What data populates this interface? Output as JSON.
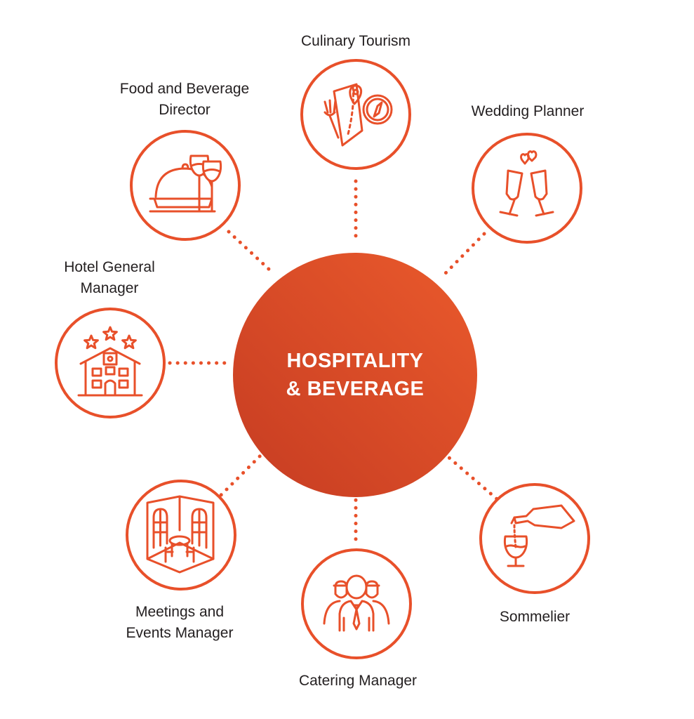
{
  "colors": {
    "accent": "#e8502a",
    "center_light": "#ea5a2c",
    "center_dark": "#c63c22",
    "text": "#231f20",
    "background": "#ffffff"
  },
  "center": {
    "line1": "HOSPITALITY",
    "line2": "& BEVERAGE"
  },
  "careers": [
    {
      "id": "culinary-tourism",
      "icon": "map-fork-compass-icon",
      "label_lines": [
        "Culinary Tourism"
      ]
    },
    {
      "id": "wedding-planner",
      "icon": "champagne-toast-icon",
      "label_lines": [
        "Wedding Planner"
      ]
    },
    {
      "id": "sommelier",
      "icon": "wine-pour-icon",
      "label_lines": [
        "Sommelier"
      ]
    },
    {
      "id": "catering-manager",
      "icon": "staff-team-icon",
      "label_lines": [
        "Catering Manager"
      ]
    },
    {
      "id": "meetings-events-manager",
      "icon": "event-room-icon",
      "label_lines": [
        "Meetings and",
        "Events Manager"
      ]
    },
    {
      "id": "hotel-general-manager",
      "icon": "hotel-stars-icon",
      "label_lines": [
        "Hotel General",
        "Manager"
      ]
    },
    {
      "id": "food-beverage-director",
      "icon": "cloche-wine-icon",
      "label_lines": [
        "Food and Beverage",
        "Director"
      ]
    }
  ]
}
